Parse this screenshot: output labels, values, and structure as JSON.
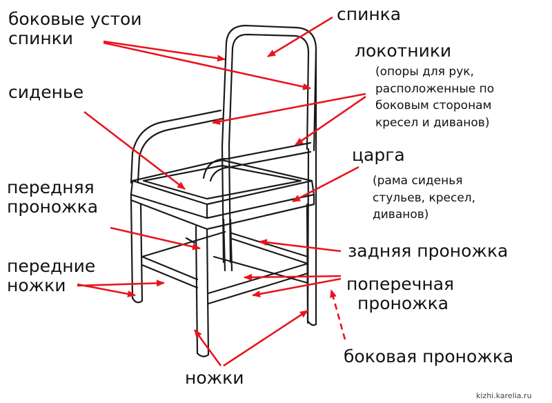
{
  "labels": {
    "side_back_posts": [
      "боковые устои",
      "спинки"
    ],
    "back": "спинка",
    "armrests": "локотники",
    "armrests_note": [
      "(опоры для рук,",
      "расположенные по",
      "боковым сторонам",
      "кресел и диванов)"
    ],
    "seat": "сиденье",
    "apron": "царга",
    "apron_note": [
      "(рама сиденья",
      "стульев, кресел,",
      "диванов)"
    ],
    "front_stretcher": [
      "передняя",
      "проножка"
    ],
    "back_stretcher": "задняя проножка",
    "front_legs": [
      "передние",
      "ножки"
    ],
    "cross_stretcher": [
      "поперечная",
      "проножка"
    ],
    "side_stretcher": "боковая проножка",
    "legs": "ножки"
  },
  "watermark": "kizhi.karelia.ru",
  "colors": {
    "arrow": "#e8141c",
    "drawing": "#1a1a1a",
    "text": "#111111"
  }
}
